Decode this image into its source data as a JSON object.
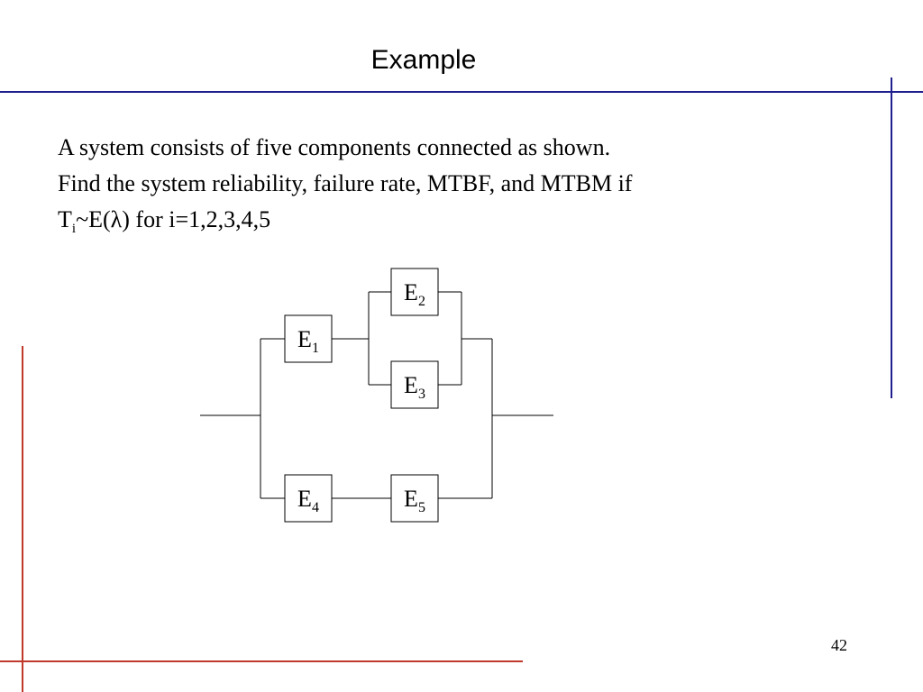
{
  "slide": {
    "title": "Example",
    "problem_line1": "A system consists of five components connected as shown.",
    "problem_line2": "Find the system reliability, failure rate, MTBF, and MTBM if",
    "problem_line3_prefix": "T",
    "problem_line3_sub": "i",
    "problem_line3_suffix": "~E(λ) for i=1,2,3,4,5",
    "page_number": "42"
  },
  "diagram": {
    "blocks": [
      {
        "id": "E1",
        "letter": "E",
        "sub": "1"
      },
      {
        "id": "E2",
        "letter": "E",
        "sub": "2"
      },
      {
        "id": "E3",
        "letter": "E",
        "sub": "3"
      },
      {
        "id": "E4",
        "letter": "E",
        "sub": "4"
      },
      {
        "id": "E5",
        "letter": "E",
        "sub": "5"
      }
    ],
    "connections": [
      "E1 in series with (E2 parallel E3)",
      "E4 in series with E5",
      "upper path parallel lower path"
    ]
  },
  "colors": {
    "rule_blue": "#1f1f8f",
    "rule_red": "#c0392b",
    "line": "#000000"
  }
}
